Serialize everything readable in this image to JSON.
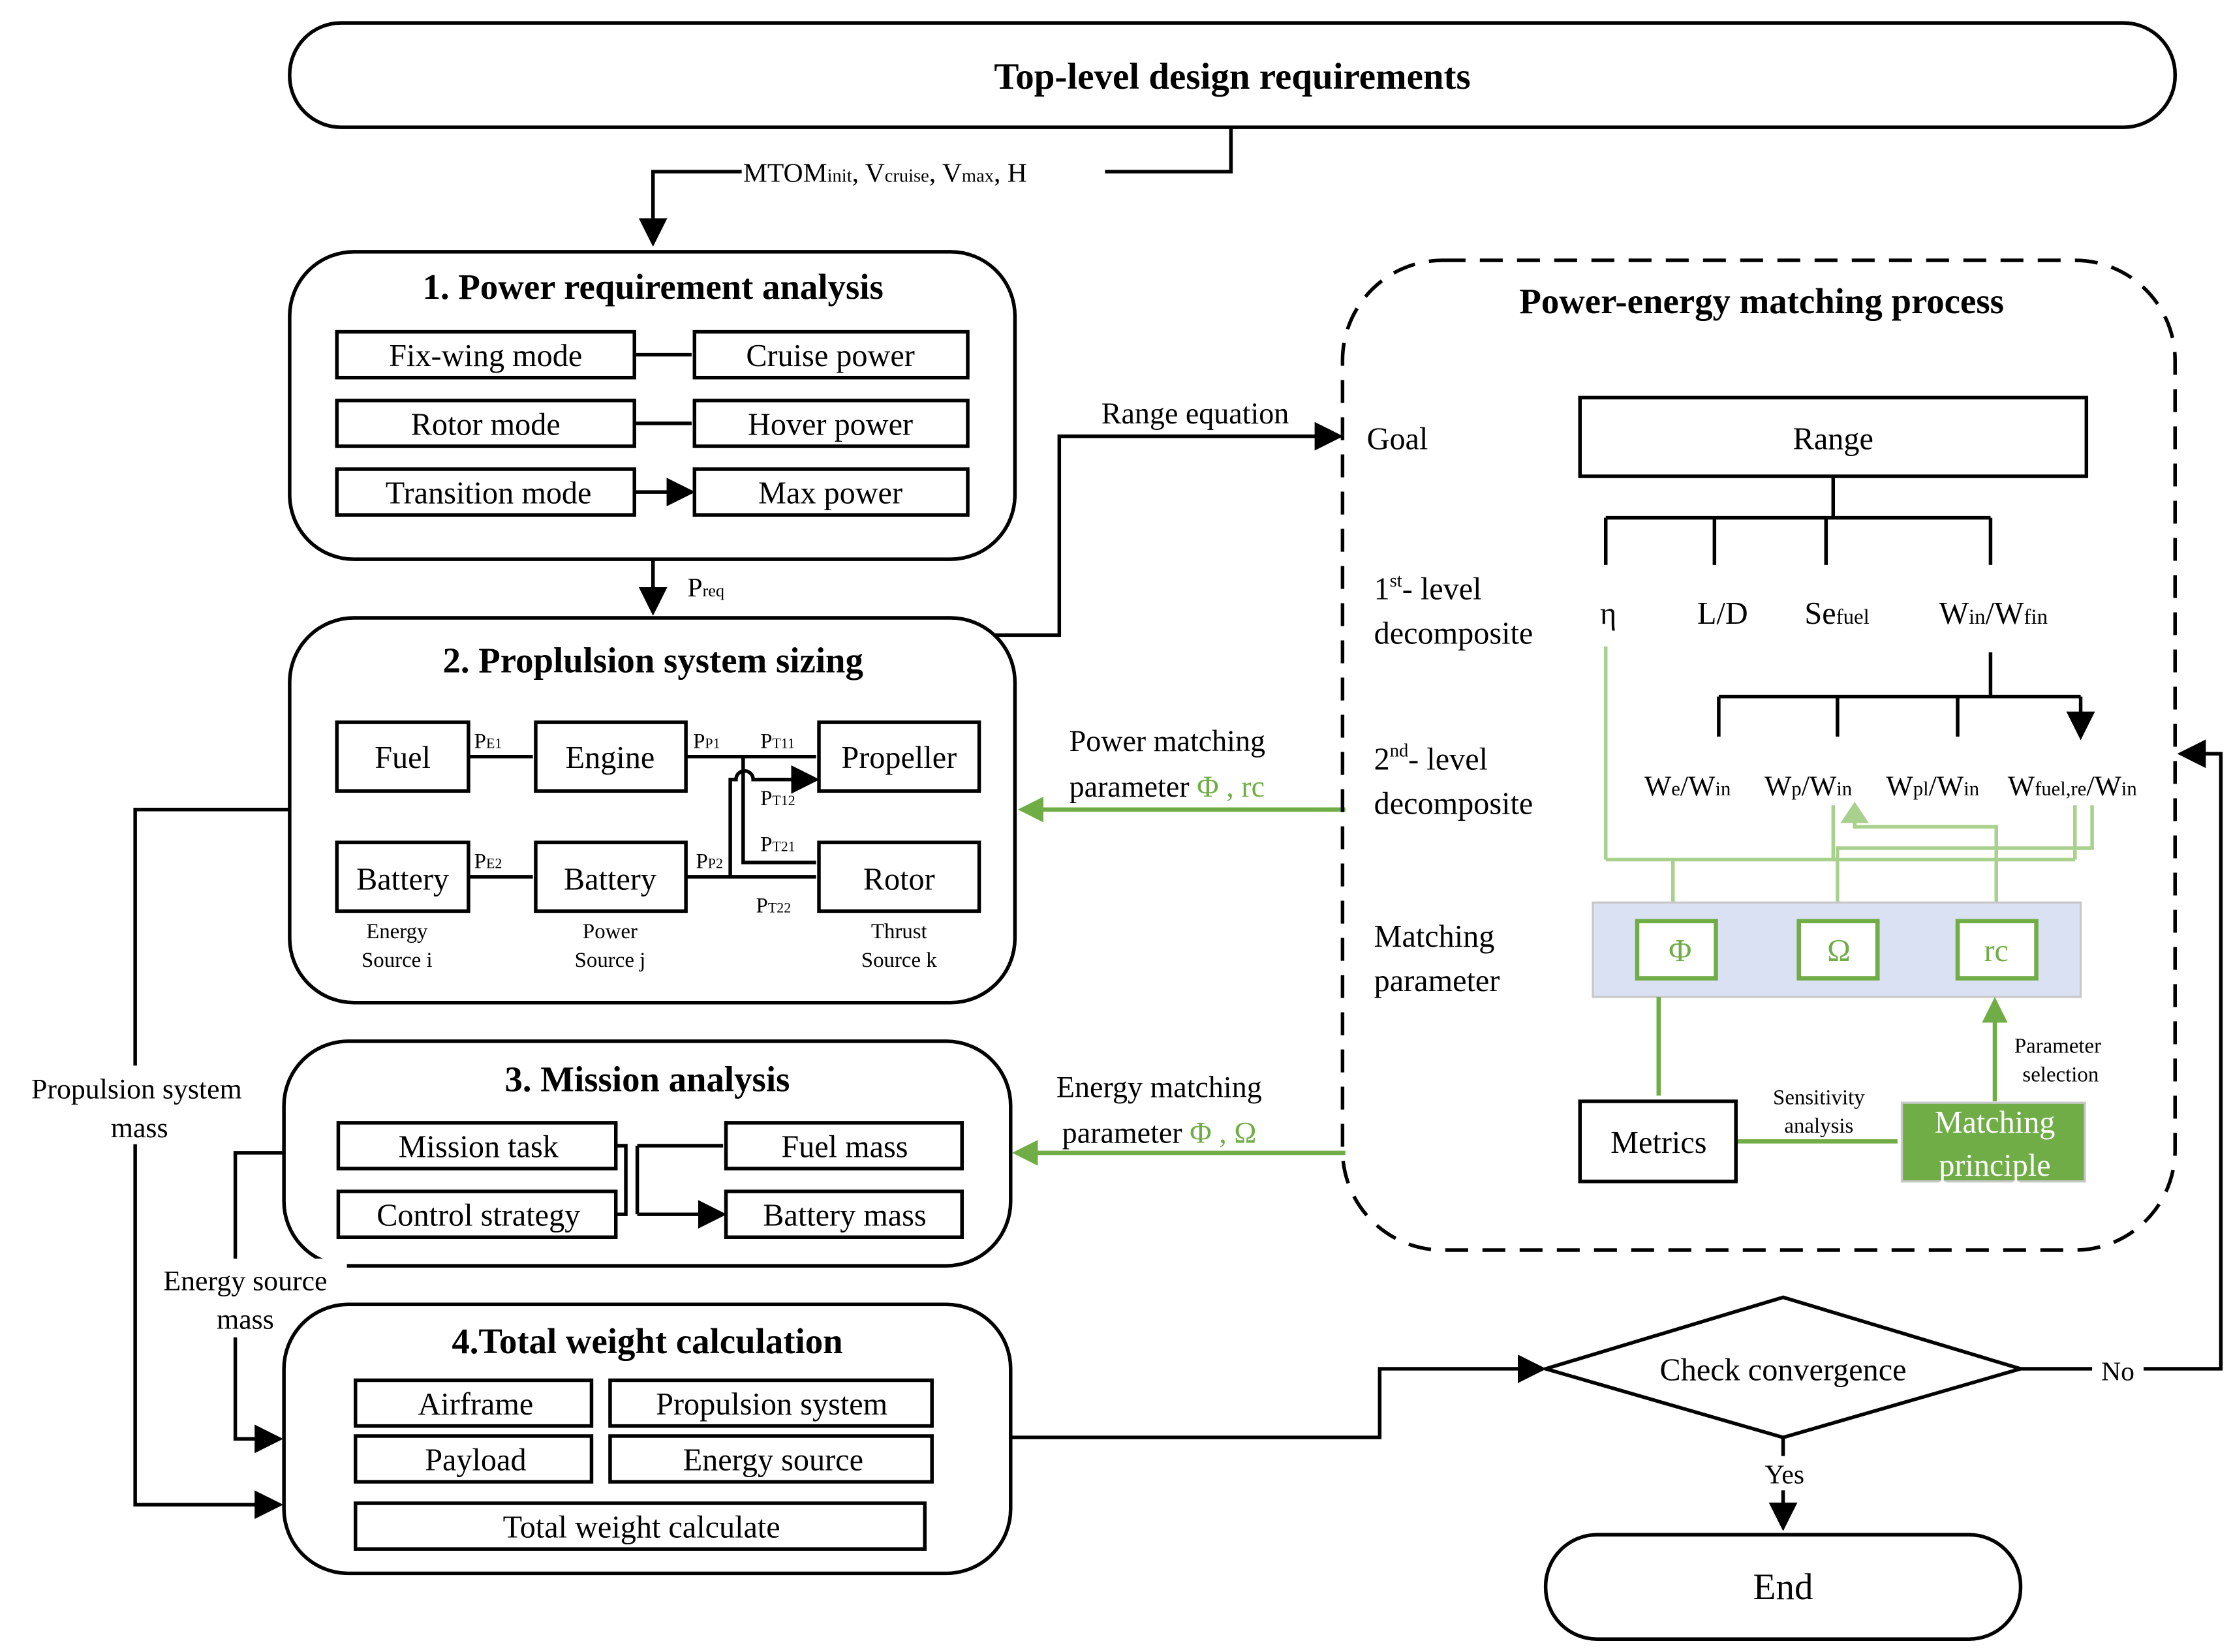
{
  "top": {
    "title": "Top-level design requirements"
  },
  "req_label": {
    "a": "MTOM",
    "a_sub": "init",
    "b": ", V",
    "b_sub": "cruise",
    "c": ", V",
    "c_sub": "max",
    "d": ", H"
  },
  "power_req": {
    "title": "1. Power requirement analysis",
    "modes": [
      "Fix-wing mode",
      "Rotor mode",
      "Transition mode"
    ],
    "powers": [
      "Cruise power",
      "Hover power",
      "Max power"
    ]
  },
  "preq": {
    "main": "P",
    "sub": "req"
  },
  "range_eq": "Range equation",
  "propulsion": {
    "title": "2. Proplulsion system sizing",
    "fuel": "Fuel",
    "engine": "Engine",
    "propeller": "Propeller",
    "battery1": "Battery",
    "battery2": "Battery",
    "rotor": "Rotor",
    "cap_energy": [
      "Energy",
      "Source i"
    ],
    "cap_power": [
      "Power",
      "Source j"
    ],
    "cap_thrust": [
      "Thrust",
      "Source k"
    ],
    "labels": {
      "pe1": "E1",
      "pe2": "E2",
      "pp1": "P1",
      "pp2": "P2",
      "pt11": "T11",
      "pt12": "T12",
      "pt21": "T21",
      "pt22": "T22",
      "p": "P"
    }
  },
  "power_matching": {
    "line1": "Power matching",
    "line2": "parameter",
    "params": "Φ , rc"
  },
  "energy_matching": {
    "line1": "Energy matching",
    "line2": "parameter",
    "params": "Φ , Ω"
  },
  "propulsion_mass": [
    "Propulsion system",
    "mass"
  ],
  "energy_mass": [
    "Energy source",
    "mass"
  ],
  "mission": {
    "title": "3. Mission analysis",
    "left": [
      "Mission task",
      "Control strategy"
    ],
    "right": [
      "Fuel mass",
      "Battery mass"
    ]
  },
  "weight": {
    "title": "4.Total weight calculation",
    "items": [
      "Airframe",
      "Propulsion system",
      "Payload",
      "Energy source"
    ],
    "total": "Total weight calculate"
  },
  "matching": {
    "title": "Power-energy matching process",
    "goal": "Goal",
    "range": "Range",
    "level1": {
      "a": "1",
      "sup": "st",
      "b": "- level",
      "c": "decomposite"
    },
    "level2": {
      "a": "2",
      "sup": "nd",
      "b": "- level",
      "c": "decomposite"
    },
    "param_label": [
      "Matching",
      "parameter"
    ],
    "first": {
      "eta": "η",
      "ld": "L/D",
      "se": "Se",
      "se_sub": "fuel",
      "w": "W",
      "w_sub": "in",
      "w2": "/W",
      "w2_sub": "fin"
    },
    "second": [
      {
        "m": "W",
        "s": "e",
        "d": "/W",
        "ds": "in"
      },
      {
        "m": "W",
        "s": "p",
        "d": "/W",
        "ds": "in"
      },
      {
        "m": "W",
        "s": "pl",
        "d": "/W",
        "ds": "in"
      },
      {
        "m": "W",
        "s": "fuel,re",
        "d": "/W",
        "ds": "in"
      }
    ],
    "params": [
      "Φ",
      "Ω",
      "rc"
    ],
    "metrics": "Metrics",
    "sensitivity": [
      "Sensitivity",
      "analysis"
    ],
    "principle": [
      "Matching",
      "principle"
    ],
    "selection": [
      "Parameter",
      "selection"
    ]
  },
  "convergence": {
    "label": "Check convergence",
    "no": "No",
    "yes": "Yes"
  },
  "end": "End",
  "colors": {
    "green": "#70ad47",
    "light_green": "#a9d18e",
    "param_bg": "#dae1f2"
  }
}
